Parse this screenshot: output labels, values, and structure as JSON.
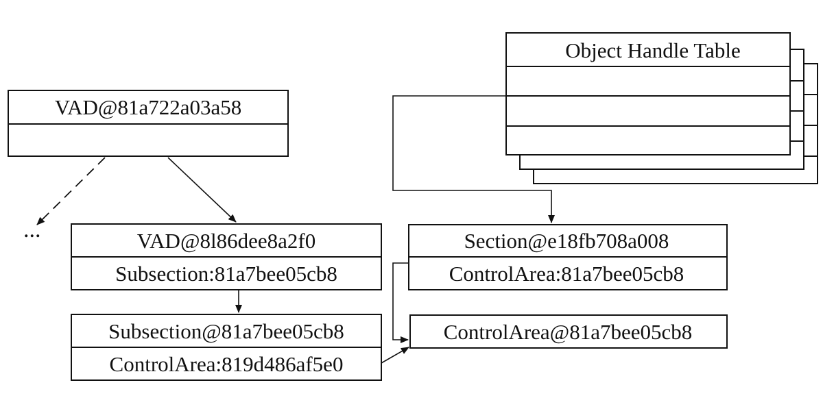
{
  "diagram": {
    "vad_root": {
      "title": "VAD@81a722a03a58"
    },
    "vad_child": {
      "title": "VAD@8l86dee8a2f0",
      "field": "Subsection:81a7bee05cb8"
    },
    "subsection": {
      "title": "Subsection@81a7bee05cb8",
      "field": "ControlArea:819d486af5e0"
    },
    "handle_table": {
      "title": "Object Handle Table"
    },
    "section": {
      "title": "Section@e18fb708a008",
      "field": "ControlArea:81a7bee05cb8"
    },
    "control_area": {
      "title": "ControlArea@81a7bee05cb8"
    },
    "ellipsis": "..."
  }
}
